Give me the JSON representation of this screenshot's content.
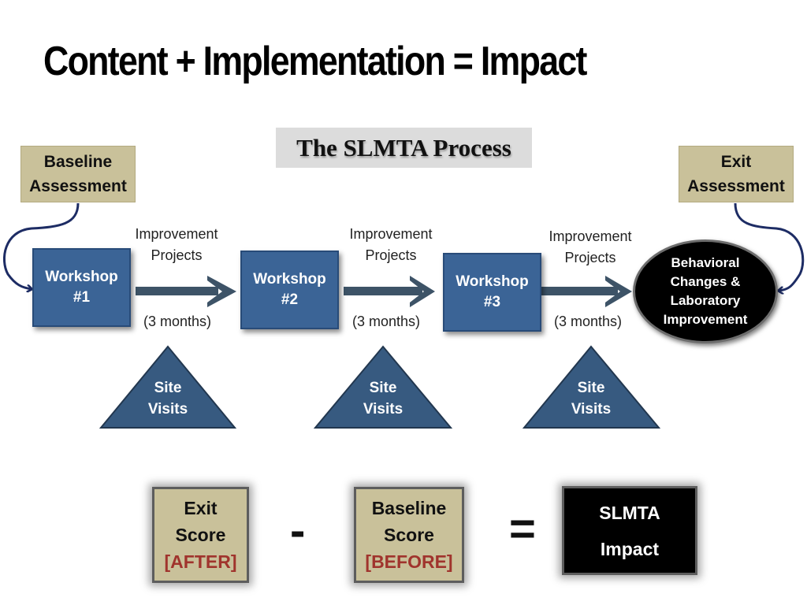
{
  "title": "Content + Implementation = Impact",
  "process_label": "The SLMTA Process",
  "baseline_assessment": [
    "Baseline",
    "Assessment"
  ],
  "exit_assessment": [
    "Exit",
    "Assessment"
  ],
  "workshops": [
    {
      "line1": "Workshop",
      "line2": "#1"
    },
    {
      "line1": "Workshop",
      "line2": "#2"
    },
    {
      "line1": "Workshop",
      "line2": "#3"
    }
  ],
  "improvement": [
    {
      "line1": "Improvement",
      "line2": "Projects",
      "duration": "(3 months)"
    },
    {
      "line1": "Improvement",
      "line2": "Projects",
      "duration": "(3 months)"
    },
    {
      "line1": "Improvement",
      "line2": "Projects",
      "duration": "(3 months)"
    }
  ],
  "outcome": [
    "Behavioral",
    "Changes &",
    "Laboratory",
    "Improvement"
  ],
  "site_visits": [
    {
      "line1": "Site",
      "line2": "Visits"
    },
    {
      "line1": "Site",
      "line2": "Visits"
    },
    {
      "line1": "Site",
      "line2": "Visits"
    }
  ],
  "formula": {
    "exit_score": {
      "line1": "Exit",
      "line2": "Score",
      "tag": "[AFTER]"
    },
    "minus": "-",
    "baseline_score": {
      "line1": "Baseline",
      "line2": "Score",
      "tag": "[BEFORE]"
    },
    "equals": "=",
    "impact": {
      "line1": "SLMTA",
      "line2": "Impact"
    }
  },
  "colors": {
    "workshop_blue": "#3b6496",
    "assessment_tan": "#c9c19a",
    "arrow": "#3d5367",
    "triangle": "#375a80",
    "tag_red": "#a0342d"
  }
}
